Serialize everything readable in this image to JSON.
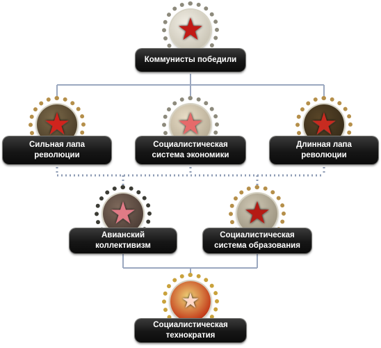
{
  "nodes": {
    "root": {
      "label": "Коммунисты победили",
      "icon": "red-star-laurel-medal-icon"
    },
    "strong_paw": {
      "label": "Сильная лапа\nреволюции",
      "icon": "star-hammer-sickle-medal-icon"
    },
    "socialist_economy": {
      "label": "Социалистическая\nсистема экономики",
      "icon": "star-tank-medal-icon"
    },
    "long_paw": {
      "label": "Длинная лапа\nреволюции",
      "icon": "red-star-gold-laurel-medal-icon"
    },
    "aviation": {
      "label": "Авианский\nколлективизм",
      "icon": "star-thorn-wreath-medal-icon"
    },
    "education": {
      "label": "Социалистическая\nсистема образования",
      "icon": "hammer-sickle-building-medal-icon"
    },
    "technocracy": {
      "label": "Социалистическая\nтехнократия",
      "icon": "flask-red-star-medal-icon"
    }
  },
  "colors": {
    "connector": "#9aa7bf",
    "label_bg": "#141414",
    "star_red": "#c21a16"
  }
}
